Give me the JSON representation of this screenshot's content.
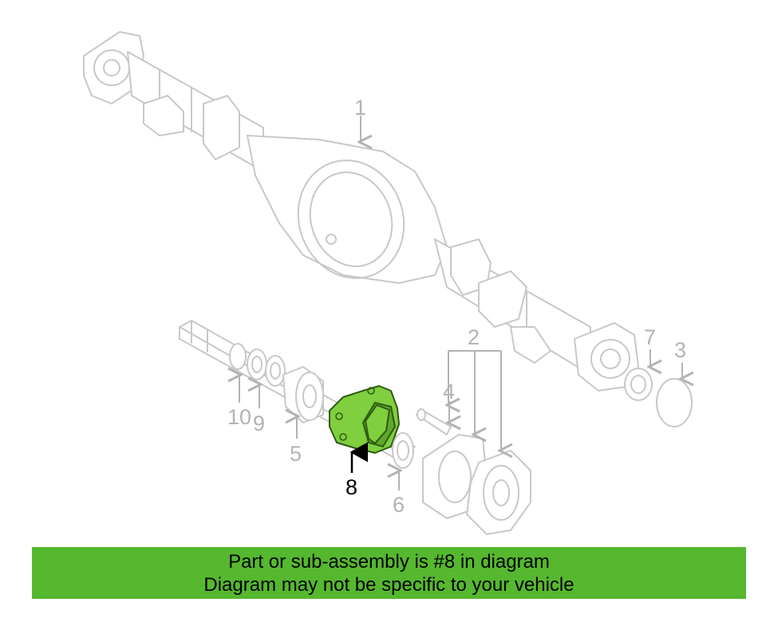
{
  "callouts": {
    "c1": "1",
    "c2": "2",
    "c3": "3",
    "c4": "4",
    "c5": "5",
    "c6": "6",
    "c7": "7",
    "c8": "8",
    "c9": "9",
    "c10": "10"
  },
  "highlight": {
    "part_number": "8",
    "color": "#7fcf3f"
  },
  "banner": {
    "line1": "Part or sub-assembly is #8 in diagram",
    "line2": "Diagram may not be specific to your vehicle",
    "color": "#55b82e"
  }
}
